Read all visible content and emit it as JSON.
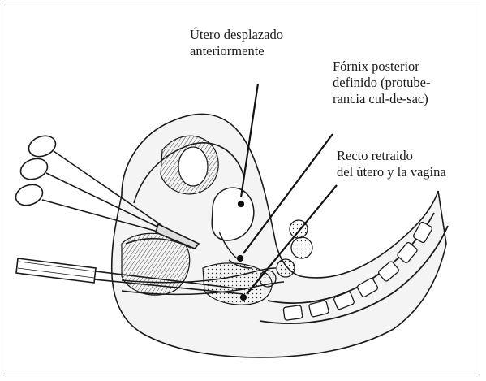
{
  "labels": {
    "uterus": {
      "line1": "Útero desplazado",
      "line2": "anteriormente"
    },
    "fornix": {
      "line1": "Fórnix posterior",
      "line2": "definido (protube-",
      "line3": "rancia cul-de-sac)"
    },
    "rectum": {
      "line1": "Recto retraido",
      "line2": "del útero y la vagina"
    }
  },
  "colors": {
    "ink": "#1a1a1a",
    "background": "#ffffff"
  }
}
